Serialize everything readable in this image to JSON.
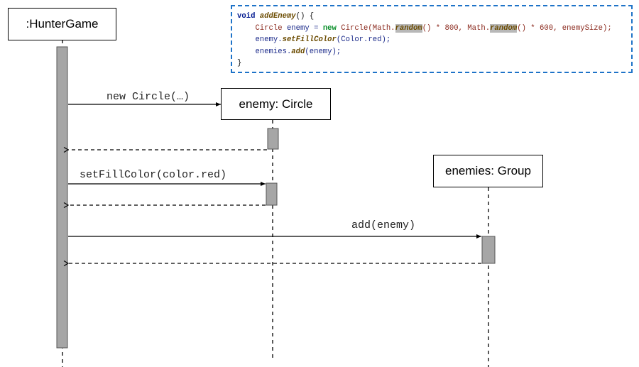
{
  "lifelines": {
    "hunter": ":HunterGame",
    "circle": "enemy: Circle",
    "group": "enemies: Group"
  },
  "messages": {
    "new_circle": "new Circle(…)",
    "set_fill": "setFillColor(color.red)",
    "add_enemy": "add(enemy)"
  },
  "code": {
    "line1": {
      "kw": "void",
      "fn": "addEnemy",
      "rest": "() {"
    },
    "line2": {
      "indent": "    ",
      "type1": "Circle",
      "var1": " enemy = ",
      "new_kw": "new",
      "type2": " Circle(Math.",
      "random1": "random",
      "mid1": "() * 800, Math.",
      "random2": "random",
      "mid2": "() * 600, enemySize);"
    },
    "line3": {
      "indent": "    ",
      "obj": "enemy.",
      "fn": "setFillColor",
      "args": "(Color.red);"
    },
    "line4": {
      "indent": "    ",
      "obj": "enemies.",
      "fn": "add",
      "args": "(enemy);"
    },
    "line5": "}"
  },
  "colors": {
    "activation_fill": "#a6a6a6",
    "code_border": "#1e73c8",
    "line": "#000000"
  }
}
